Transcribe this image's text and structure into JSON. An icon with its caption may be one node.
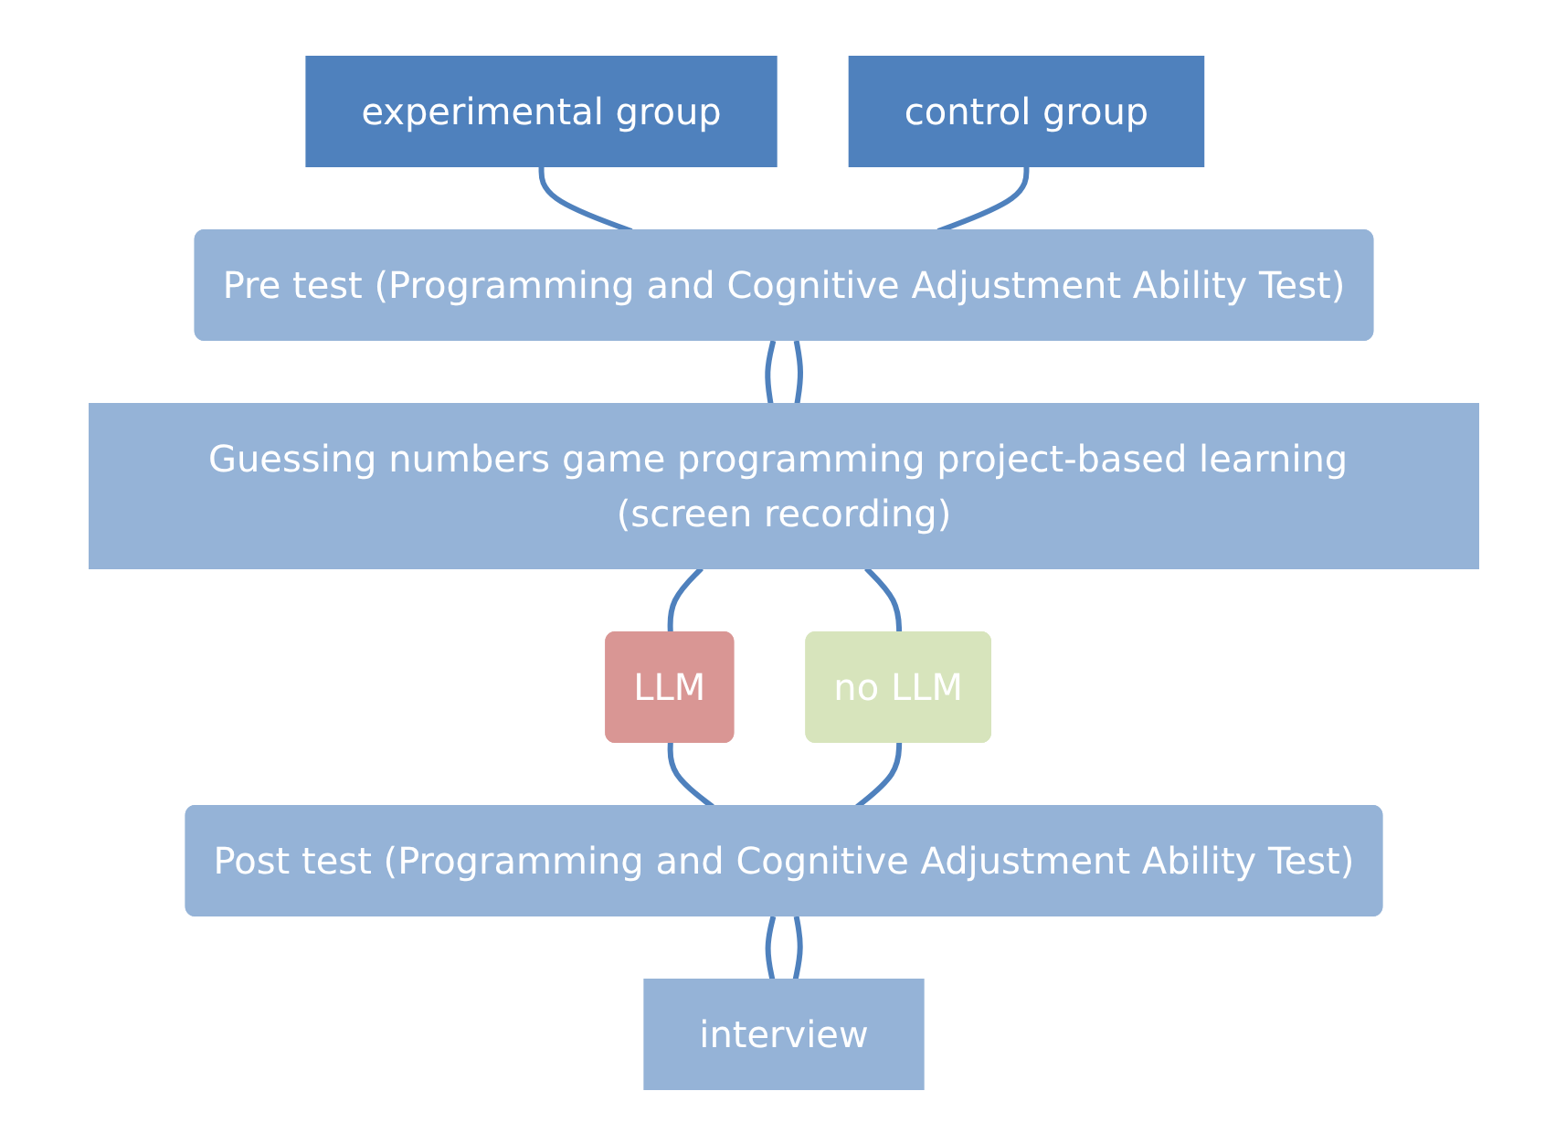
{
  "diagram": {
    "nodes": [
      {
        "text": [
          "experimental group"
        ]
      },
      {
        "text": [
          "control group"
        ]
      },
      {
        "text": [
          "Pre test (Programming and Cognitive Adjustment Ability Test)"
        ]
      },
      {
        "text": [
          "Guessing numbers game programming project-based learning (screen recording)"
        ]
      },
      {
        "text": [
          "LLM"
        ]
      },
      {
        "text": [
          "no LLM"
        ]
      },
      {
        "text": [
          "Post test (Programming and Cognitive Adjustment Ability Test)"
        ]
      },
      {
        "text": [
          "interview"
        ]
      }
    ],
    "edges": [
      {
        "from": 0,
        "to": 2,
        "arrow": "none"
      },
      {
        "from": 1,
        "to": 2,
        "arrow": "none"
      },
      {
        "from": 2,
        "to": 3,
        "arrow": "none"
      },
      {
        "from": 2,
        "to": 3,
        "arrow": "none"
      },
      {
        "from": 3,
        "to": 4,
        "arrow": "none"
      },
      {
        "from": 3,
        "to": 5,
        "arrow": "none"
      },
      {
        "from": 4,
        "to": 6,
        "arrow": "none"
      },
      {
        "from": 5,
        "to": 6,
        "arrow": "none"
      },
      {
        "from": 6,
        "to": 7,
        "arrow": "none"
      },
      {
        "from": 6,
        "to": 7,
        "arrow": "none"
      }
    ]
  }
}
